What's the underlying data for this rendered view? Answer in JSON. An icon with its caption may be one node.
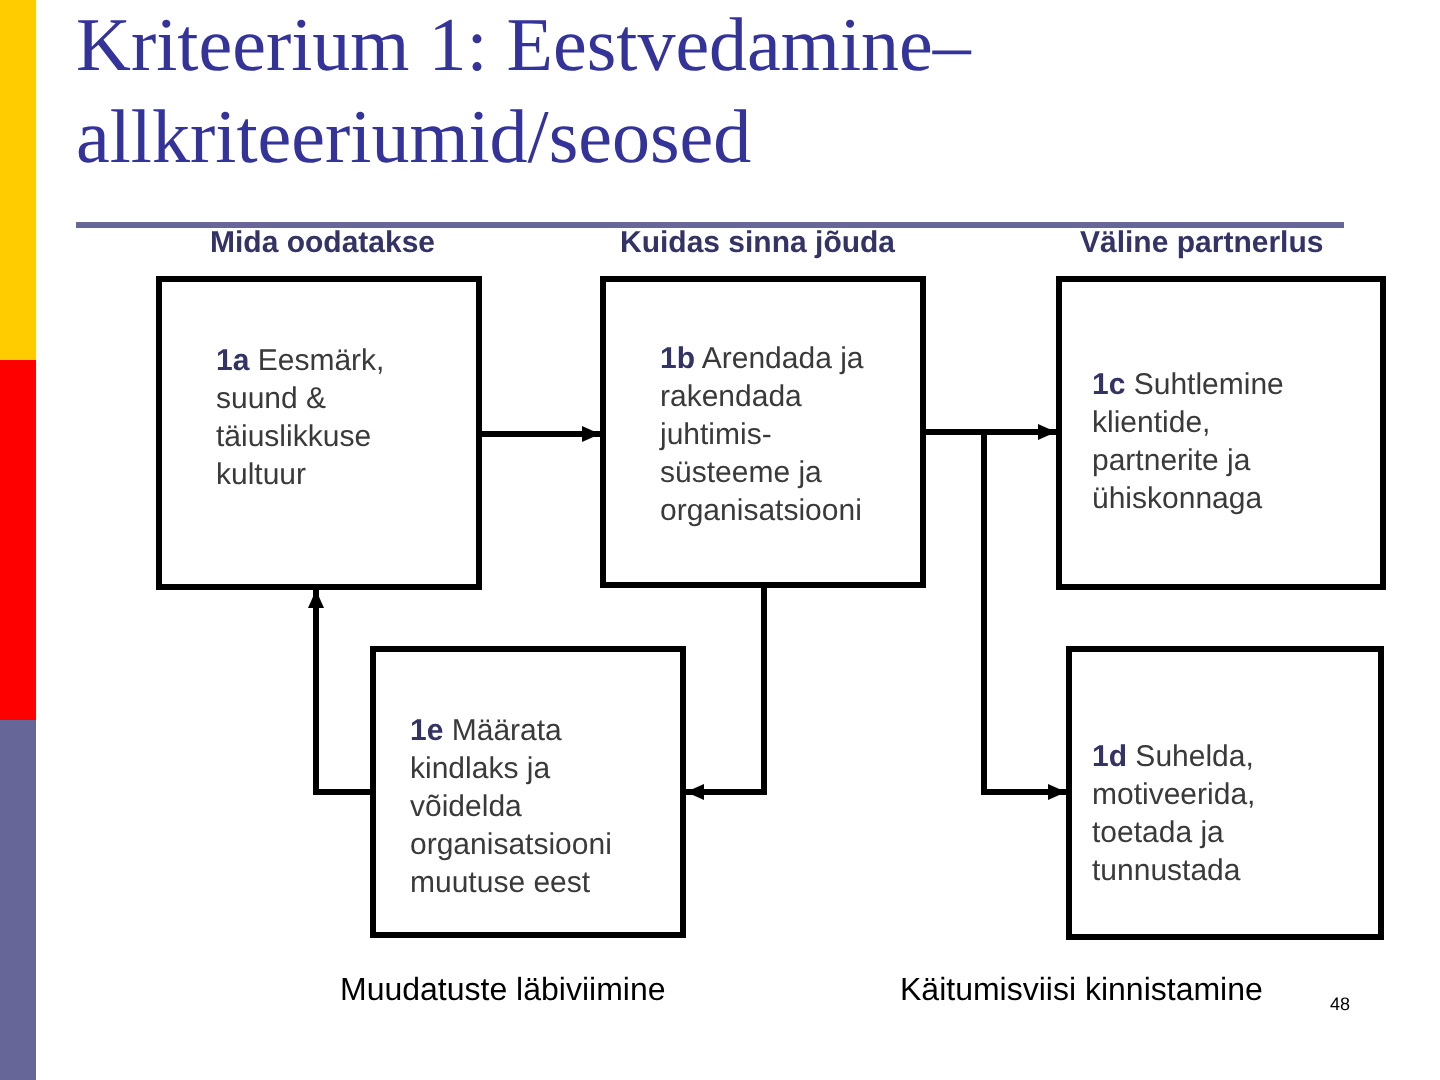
{
  "diagram": {
    "title": "Kriteerium 1: Eestvedamine– allkriteeriumid/seosed",
    "nodes": [
      {
        "text": [
          "**1a** Eesmärk, suund & täiuslikkuse kultuur"
        ]
      },
      {
        "text": [
          "**1b** Arendada ja rakendada juhtimis- süsteeme ja organisatsiooni"
        ]
      },
      {
        "text": [
          "**1c** Suhtlemine klientide, partnerite ja ühiskonnaga"
        ]
      },
      {
        "text": [
          "**1e** Määrata kindlaks ja võidelda organisatsiooni muutuse eest"
        ]
      },
      {
        "text": [
          "**1d** Suhelda, motiveerida, toetada ja tunnustada"
        ]
      }
    ],
    "edges": [
      {
        "from": 0,
        "to": 1,
        "arrow": "to"
      },
      {
        "from": 1,
        "to": 2,
        "arrow": "to"
      },
      {
        "from": 1,
        "to": 4,
        "arrow": "to"
      },
      {
        "from": 1,
        "to": 3,
        "arrow": "to"
      },
      {
        "from": 3,
        "to": 0,
        "arrow": "to"
      }
    ],
    "labels": [
      "Mida oodatakse",
      "Kuidas sinna jõuda",
      "Väline partnerlus",
      "Muudatuste läbiviimine",
      "Käitumisviisi kinnistamine",
      "48"
    ]
  }
}
